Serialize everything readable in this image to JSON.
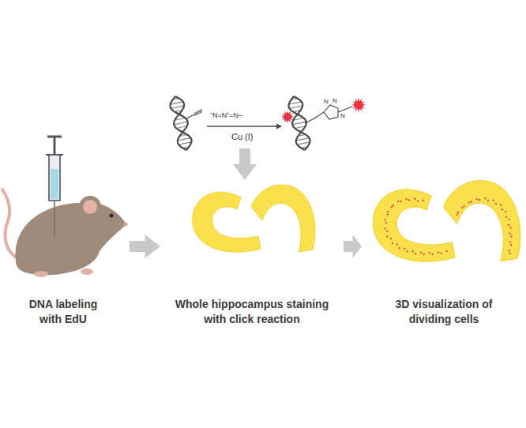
{
  "diagram": {
    "nodes": [
      {
        "text": [
          "DNA labeling with EdU"
        ]
      },
      {
        "text": [
          "Whole hippocampus staining with click reaction"
        ]
      },
      {
        "text": [
          "3D visualization of dividing cells"
        ]
      }
    ],
    "edges": [
      {
        "from": 0,
        "to": 1,
        "arrow": "to"
      },
      {
        "from": 1,
        "to": 2,
        "arrow": "to"
      }
    ],
    "labels": [
      "⁻N=N⁺=N–",
      "Cu (I)",
      "N",
      "N",
      "N"
    ]
  }
}
